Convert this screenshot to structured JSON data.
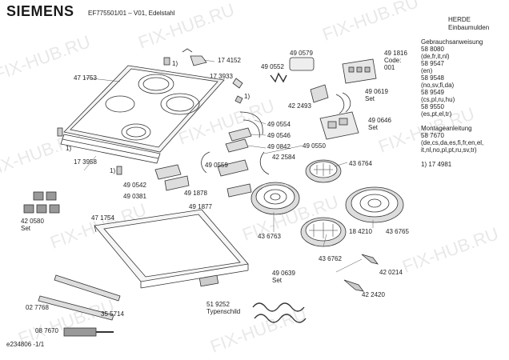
{
  "header": {
    "brand": "SIEMENS",
    "model": "EF775501/01 – V01, Edelstahl",
    "category_line1": "HERDE",
    "category_line2": "Einbaumulden"
  },
  "sidebar": {
    "lines": [
      "Gebrauchsanweisung",
      "58 8080",
      "(de,fr,it,nl)",
      "58 9547",
      "(en)",
      "58 9548",
      "(no,sv,fi,da)",
      "58 9549",
      "(cs,pl,ru,hu)",
      "58 9550",
      "(es,pt,el,tr)",
      "",
      "Montageanleitung",
      "58 7670",
      "(de,cs,da,es,fi,fr,en,el,",
      "it,nl,no,pl,pt,ru,sv,tr)",
      "",
      "1) 17 4981"
    ]
  },
  "footer": {
    "doc_id": "e234806 -1/1"
  },
  "watermark": "FIX-HUB.RU",
  "labels": {
    "p1": "17 4152",
    "p2": "1)",
    "p3": "47 1753",
    "p4": "17 3933",
    "p5": "49 0552",
    "p6": "49 0579",
    "p7": "49 1816",
    "p8": "Code:",
    "p9": "001",
    "p10": "1)",
    "p11": "42 2493",
    "p12": "49 0619",
    "p13": "Set",
    "p14": "49 0646",
    "p15": "Set",
    "p16": "49 0554",
    "p17": "49 0546",
    "p18": "49 0842",
    "p19": "49 0550",
    "p20": "1)",
    "p21": "17 3958",
    "p22": "1)",
    "p23": "42 2584",
    "p24": "43 6764",
    "p25": "49 0542",
    "p26": "49 0559",
    "p27": "49 0381",
    "p28": "49 1878",
    "p29": "49 1877",
    "p30": "42 0580",
    "p31": "Set",
    "p32": "47 1754",
    "p33": "43 6763",
    "p34": "18 4210",
    "p35": "43 6765",
    "p36": "43 6762",
    "p37": "42 0214",
    "p38": "49 0639",
    "p39": "Set",
    "p40": "42 2420",
    "p41": "02 7768",
    "p42": "35 5714",
    "p43": "51 9252",
    "p44": "Typenschild",
    "p45": "08 7670"
  }
}
